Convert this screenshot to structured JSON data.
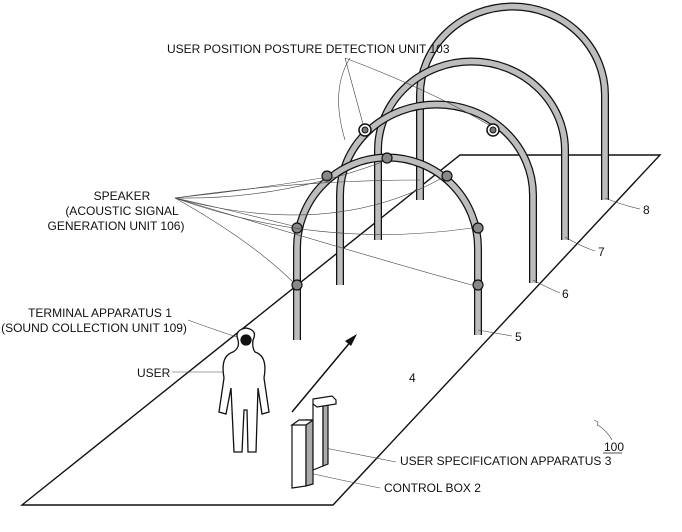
{
  "figure_ref": "100",
  "labels": {
    "detection_unit": "USER POSITION POSTURE DETECTION UNIT 103",
    "speaker_line1": "SPEAKER",
    "speaker_line2": "(ACOUSTIC SIGNAL",
    "speaker_line3": "GENERATION UNIT 106)",
    "terminal_line1": "TERMINAL APPARATUS 1",
    "terminal_line2": "(SOUND COLLECTION UNIT 109)",
    "user": "USER",
    "path_ref": "4",
    "arch_refs": [
      "5",
      "6",
      "7",
      "8"
    ],
    "user_spec": "USER SPECIFICATION APPARATUS 3",
    "control_box": "CONTROL BOX 2"
  }
}
